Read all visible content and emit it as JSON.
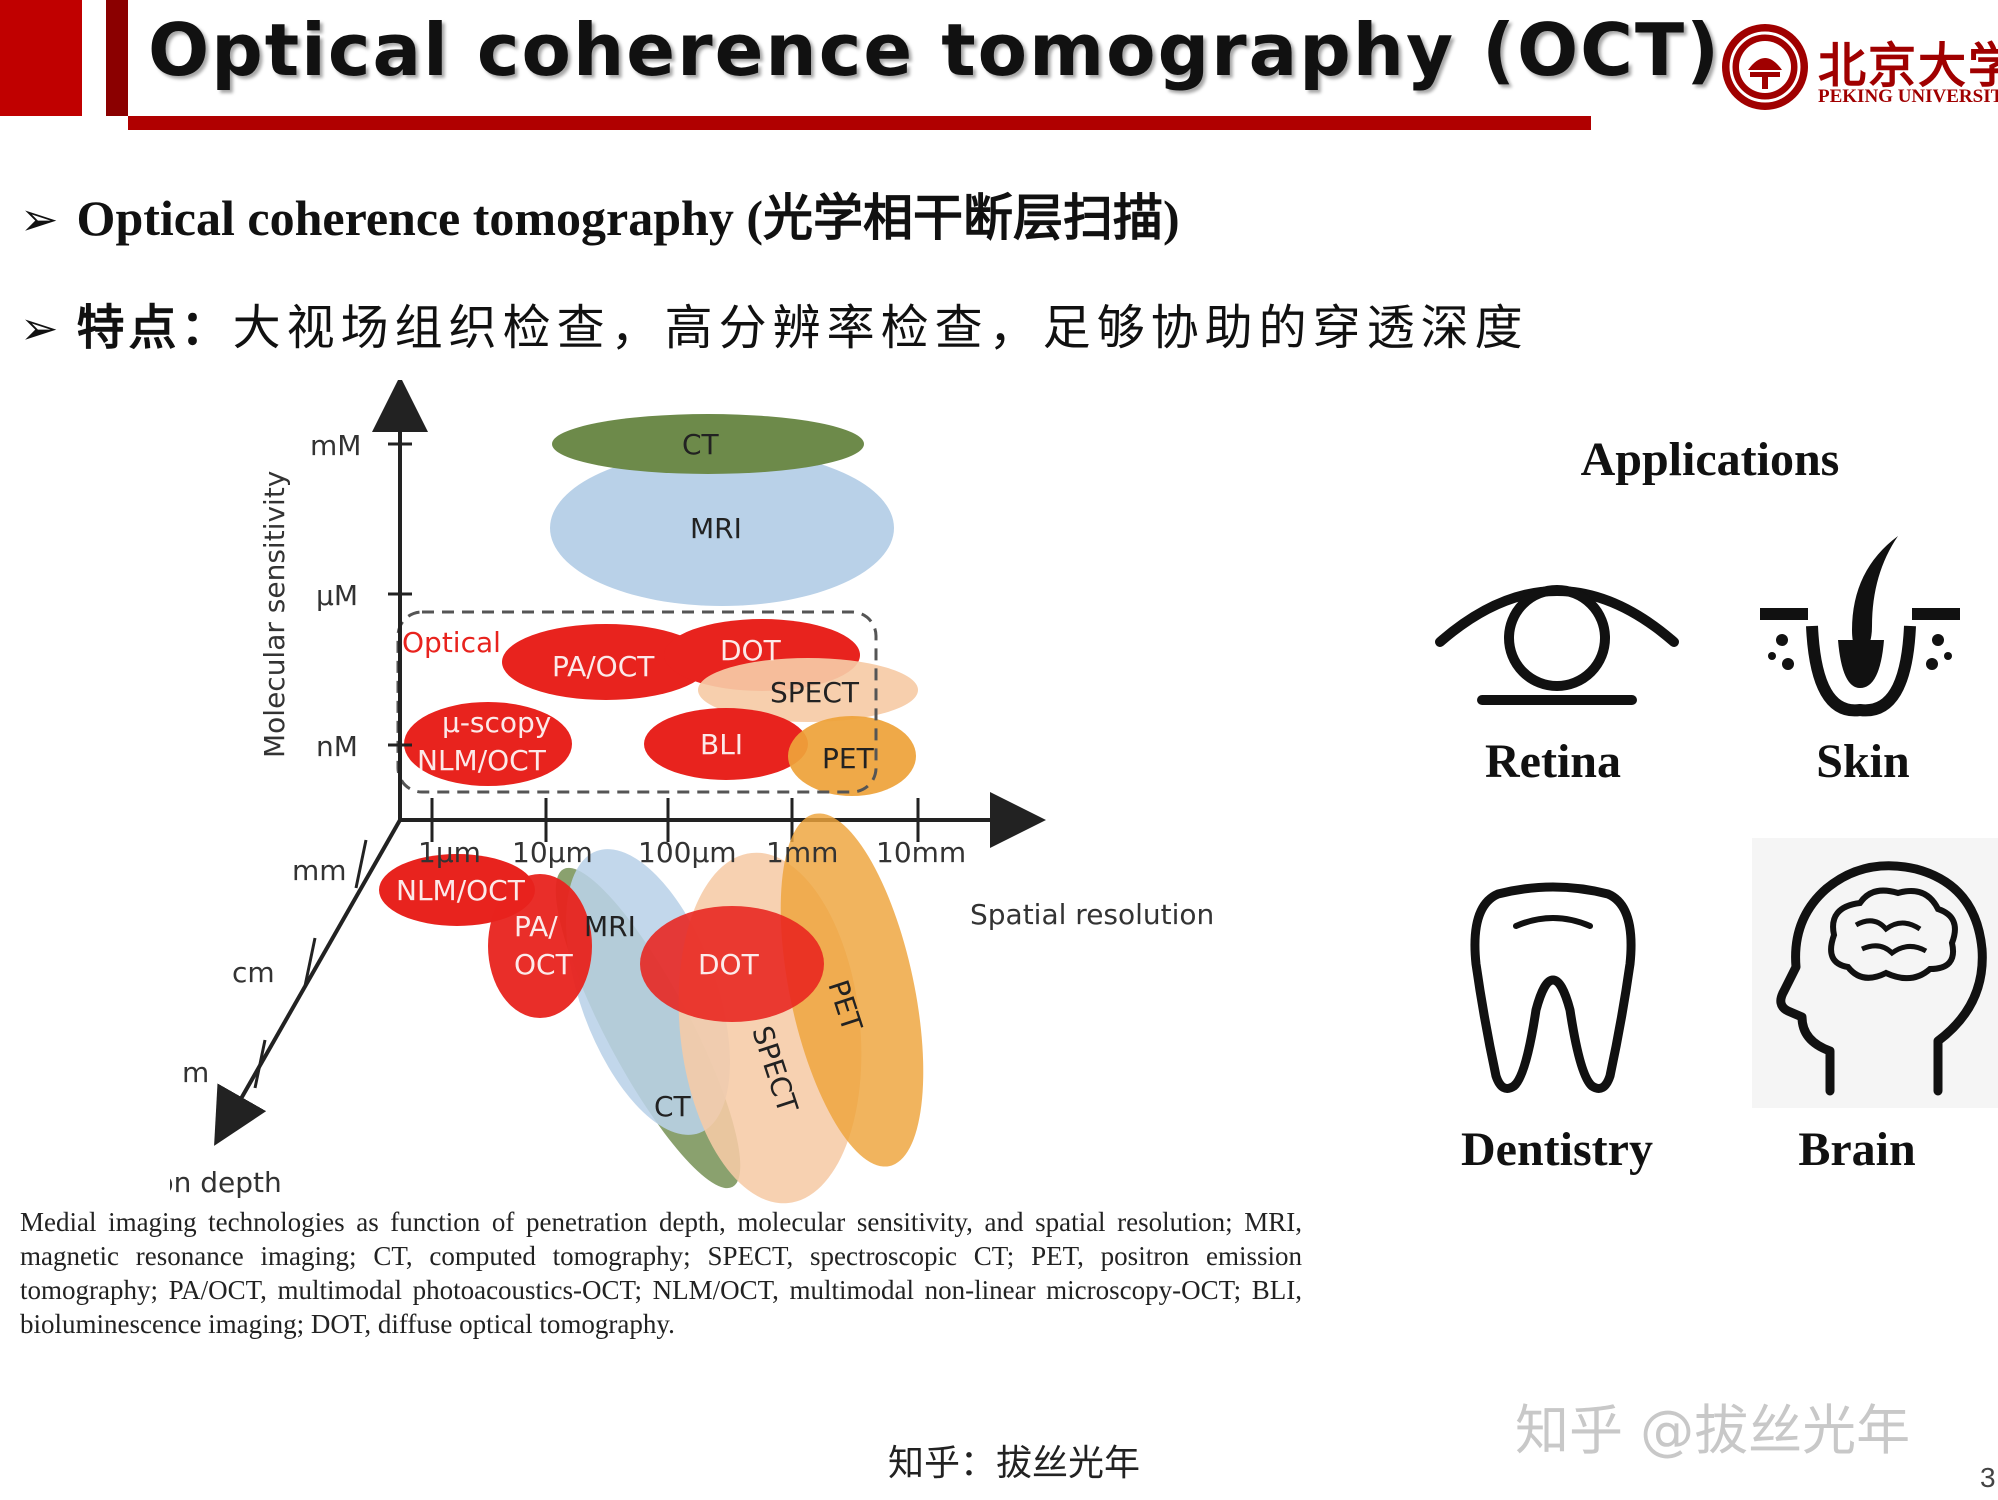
{
  "header": {
    "title": "Optical coherence tomography (OCT)",
    "logo_cn": "北京大学",
    "logo_en": "PEKING UNIVERSITY"
  },
  "bullets": {
    "b1": "Optical coherence tomography (光学相干断层扫描)",
    "b2_bold": "特点：",
    "b2_rest": "大视场组织检查，高分辨率检查，足够协助的穿透深度"
  },
  "diagram": {
    "y_axis_label": "Molecular sensitivity",
    "y_ticks": [
      "mM",
      "µM",
      "nM"
    ],
    "x_axis_label": "Spatial resolution",
    "x_ticks": [
      "1µm",
      "10µm",
      "100µm",
      "1mm",
      "10mm"
    ],
    "z_axis_label": "Penetration depth",
    "z_ticks": [
      "mm",
      "cm",
      "m"
    ],
    "optical_box_label": "Optical",
    "top_ellipses": {
      "ct": "CT",
      "mri": "MRI",
      "pa_oct": "PA/OCT",
      "dot": "DOT",
      "spect": "SPECT",
      "mu_scopy": "µ-scopy",
      "nlm_oct": "NLM/OCT",
      "bli": "BLI",
      "pet": "PET"
    },
    "bottom_ellipses": {
      "nlm_oct": "NLM/OCT",
      "pa_oct_line1": "PA/",
      "pa_oct_line2": "OCT",
      "mri": "MRI",
      "dot": "DOT",
      "pet": "PET",
      "spect": "SPECT",
      "ct": "CT"
    },
    "colors": {
      "optical_red": "#e8231e",
      "ct_green": "#6d8a4a",
      "mri_blue": "#b9d1e8",
      "spect_peach": "#f6cba6",
      "pet_orange": "#eea33a"
    }
  },
  "caption": "Medial imaging technologies as function of penetration depth, molecular sensitivity, and spatial resolution; MRI, magnetic resonance imaging; CT, computed tomography; SPECT, spectroscopic CT; PET, positron emission tomography; PA/OCT, multimodal photoacoustics-OCT; NLM/OCT, multimodal non-linear microscopy-OCT; BLI, bioluminescence imaging; DOT, diffuse optical tomography.",
  "applications": {
    "title": "Applications",
    "items": [
      {
        "label": "Retina",
        "icon": "eye-icon"
      },
      {
        "label": "Skin",
        "icon": "skin-hair-icon"
      },
      {
        "label": "Dentistry",
        "icon": "tooth-icon"
      },
      {
        "label": "Brain",
        "icon": "brain-head-icon"
      }
    ]
  },
  "footer": {
    "credit": "知乎：拔丝光年",
    "watermark": "知乎 @拔丝光年",
    "page_number": "3"
  }
}
